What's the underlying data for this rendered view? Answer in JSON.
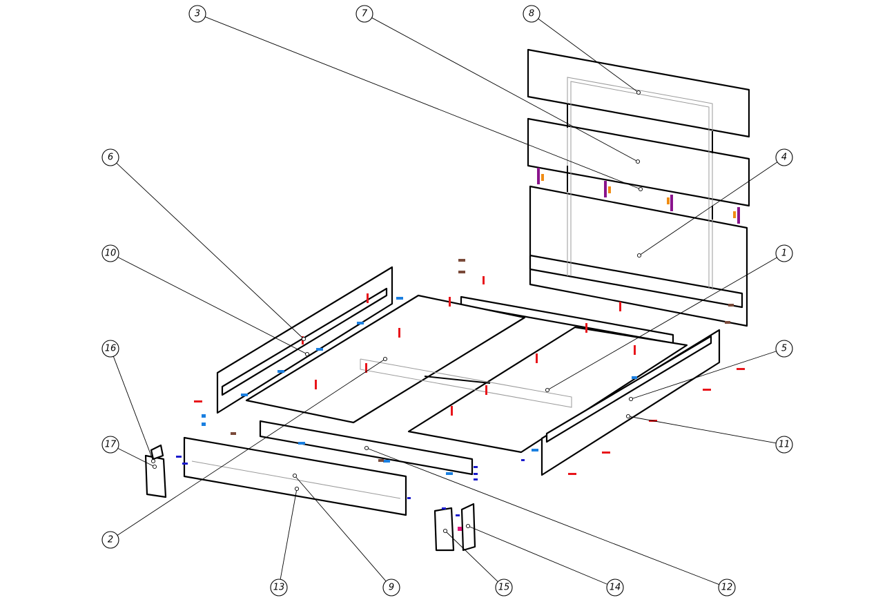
{
  "diagram": {
    "type": "exploded assembly view",
    "callouts": [
      "1",
      "2",
      "3",
      "4",
      "5",
      "6",
      "7",
      "8",
      "9",
      "10",
      "11",
      "12",
      "13",
      "14",
      "15",
      "16",
      "17"
    ],
    "colors": {
      "outline": "#000000",
      "screw_red": "#e8141a",
      "connector_blue": "#1a7fe0",
      "dowel_dark_blue": "#1a1acc",
      "bolt_purple": "#8a148c",
      "nut_orange": "#f08c14",
      "cam_brown": "#7a4a3a",
      "bracket_pink": "#e0147a"
    }
  }
}
